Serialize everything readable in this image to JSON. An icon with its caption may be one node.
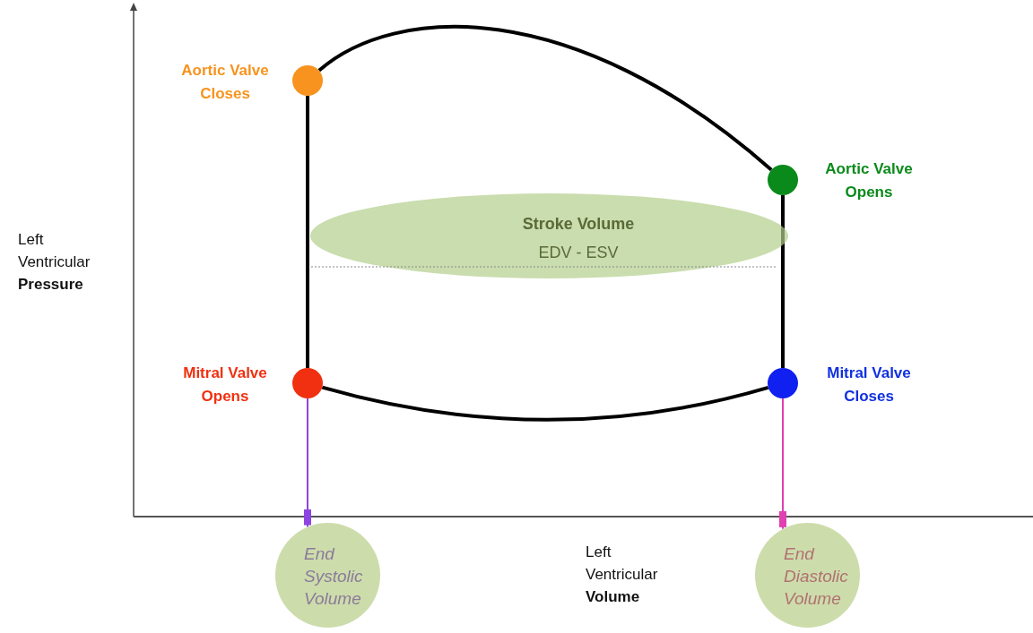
{
  "diagram": {
    "nodes": [
      {
        "text": [
          "Aortic Valve Closes"
        ]
      },
      {
        "text": [
          "Aortic Valve Opens"
        ]
      },
      {
        "text": [
          "Stroke Volume",
          "EDV - ESV"
        ]
      },
      {
        "text": [
          "Mitral Valve Opens"
        ]
      },
      {
        "text": [
          "Mitral Valve Closes"
        ]
      },
      {
        "text": [
          "End Systolic Volume"
        ]
      },
      {
        "text": [
          "End Diastolic Volume"
        ]
      }
    ],
    "edges": [
      {
        "from": 0,
        "to": 1,
        "arrow": "none"
      },
      {
        "from": 1,
        "to": 4,
        "arrow": "none"
      },
      {
        "from": 4,
        "to": 3,
        "arrow": "none"
      },
      {
        "from": 3,
        "to": 0,
        "arrow": "none"
      },
      {
        "from": 3,
        "to": 5,
        "arrow": "other",
        "color": "#8e44e0"
      },
      {
        "from": 4,
        "to": 6,
        "arrow": "other",
        "color": "#e040b0"
      }
    ],
    "labels": [
      "Left Ventricular **Pressure**",
      "Left Ventricular **Volume**"
    ]
  }
}
